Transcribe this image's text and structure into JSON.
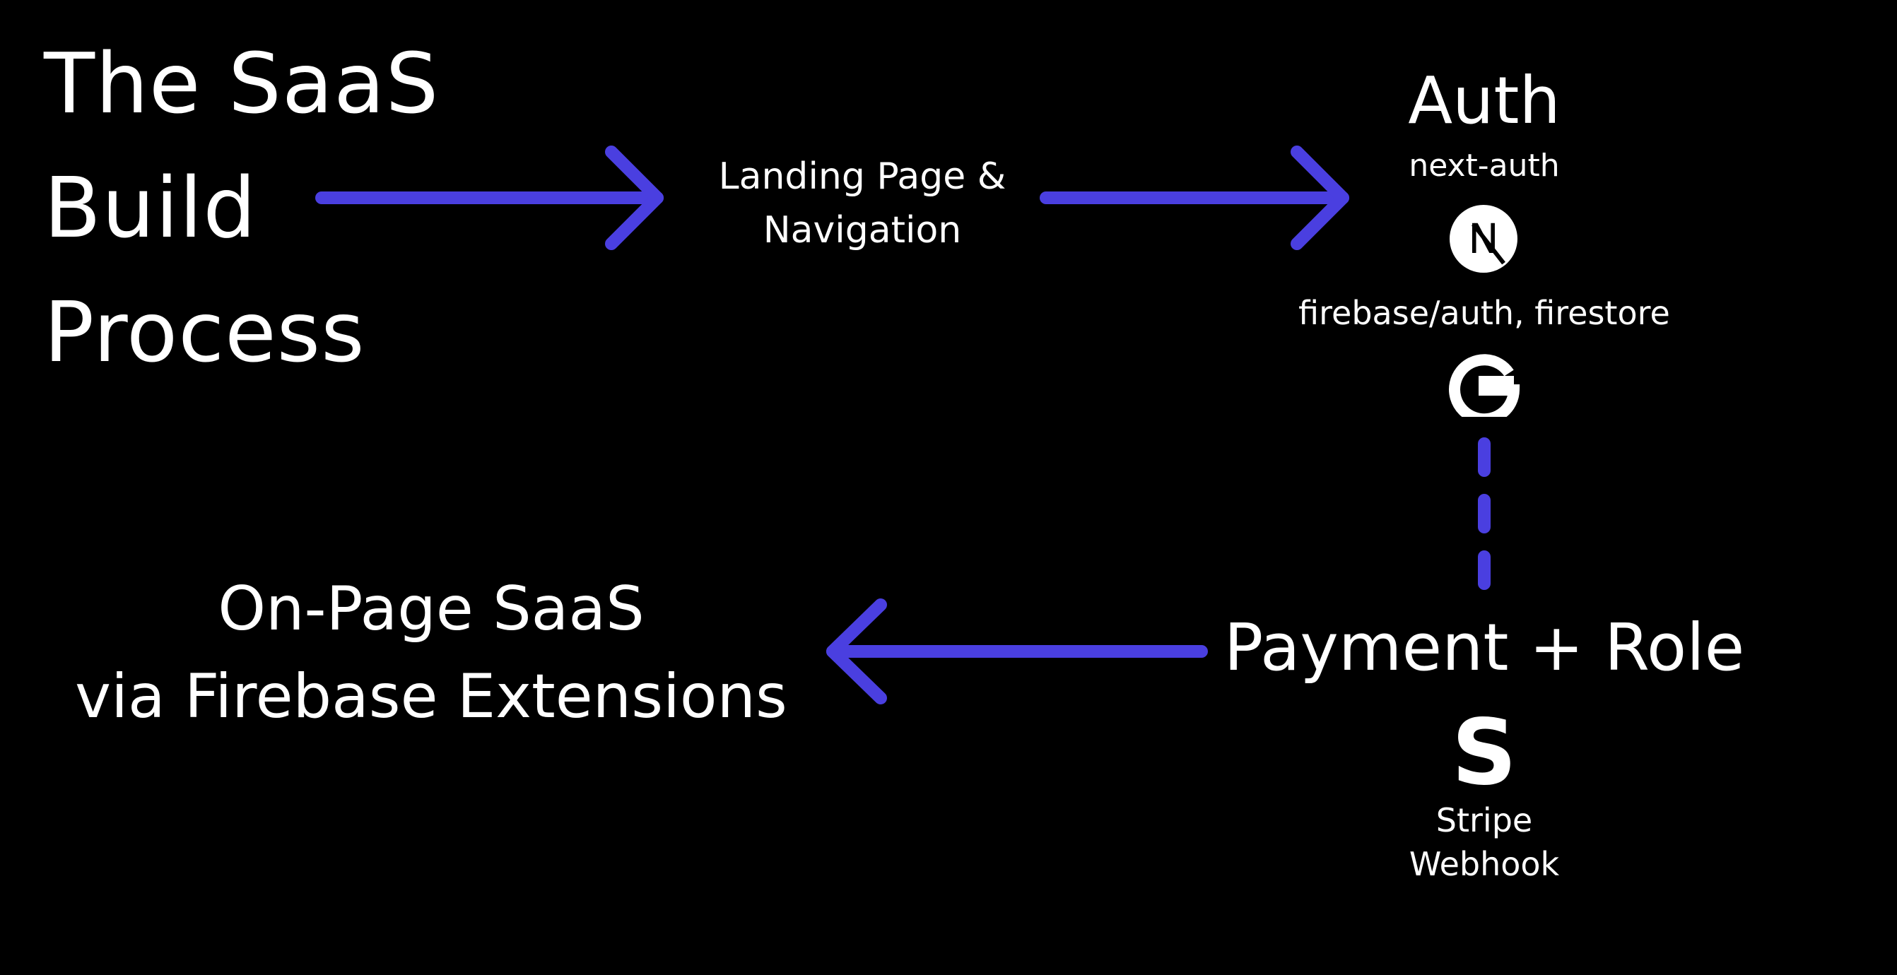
{
  "title": {
    "line1": "The SaaS",
    "line2": "Build",
    "line3": "Process"
  },
  "steps": {
    "landing": {
      "line1": "Landing Page &",
      "line2": "Navigation"
    },
    "auth": {
      "title": "Auth",
      "provider1": "next-auth",
      "provider2": "firebase/auth, firestore"
    },
    "payment": {
      "title": "Payment + Role",
      "line1": "Stripe",
      "line2": "Webhook"
    },
    "onpage": {
      "line1": "On-Page SaaS",
      "line2": "via Firebase Extensions"
    }
  },
  "icons": {
    "next_logo": "N",
    "google_logo": "google-icon",
    "stripe_logo": "S"
  },
  "colors": {
    "background": "#000000",
    "text": "#ffffff",
    "arrow": "#4a3fe0"
  }
}
